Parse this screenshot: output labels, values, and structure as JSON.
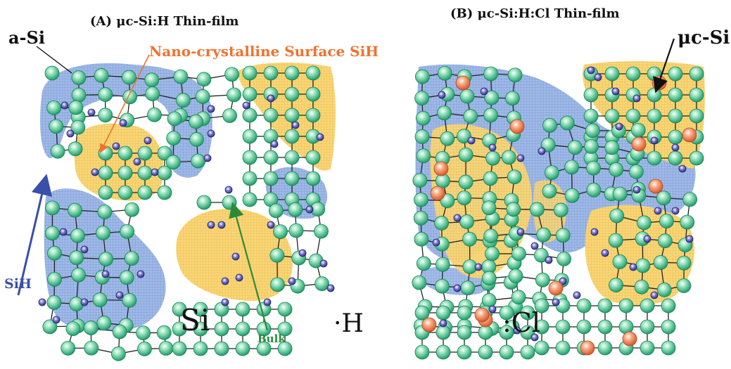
{
  "panels": {
    "left": {
      "title": "(A) μc-Si:H Thin-film"
    },
    "right": {
      "title": "(B) μc-Si:H:Cl Thin-film"
    }
  },
  "labels": {
    "a_si": "a-Si",
    "nano": "Nano-crystalline Surface SiH",
    "sih": "SiH",
    "bulk": "Bulk",
    "si": "Si",
    "h": "·H",
    "cl": ":Cl",
    "uc_si": "μc-Si"
  },
  "colors": {
    "amorphous_region": "#7fa0dc",
    "crystalline_region": "#f7cc5c",
    "si_atom": "#3fbf8c",
    "h_atom": "#4a48a8",
    "cl_atom": "#e8703a",
    "bond": "#222222",
    "nano_label": "#f0722e",
    "sih_arrow": "#3a4fa8",
    "bulk_arrow": "#2a8a3a"
  },
  "legend_keys": [
    "a-Si",
    "μc-Si",
    "SiH",
    "·H",
    ":Cl",
    "Bulk"
  ]
}
